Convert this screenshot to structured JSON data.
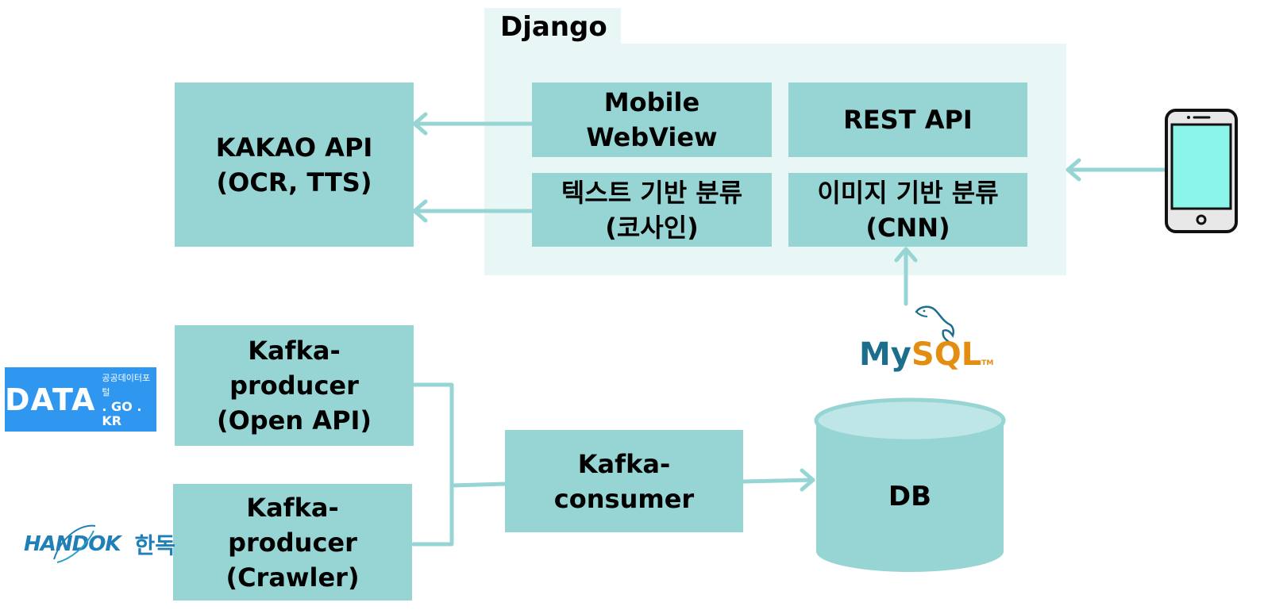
{
  "django": {
    "label": "Django"
  },
  "boxes": {
    "kakao": "KAKAO API\n(OCR, TTS)",
    "mobile_webview": "Mobile\nWebView",
    "rest_api": "REST API",
    "text_classify": "텍스트 기반 분류\n(코사인)",
    "image_classify": "이미지 기반 분류\n(CNN)",
    "producer_openapi": "Kafka-\nproducer\n(Open API)",
    "producer_crawler": "Kafka-\nproducer\n(Crawler)",
    "consumer": "Kafka-\nconsumer",
    "db": "DB"
  },
  "logos": {
    "data_go_kr": {
      "main": "DATA",
      "korean": "공공데이터포털",
      "domain": ". GO . KR"
    },
    "handok": {
      "english": "HANDOK",
      "korean": "한독"
    },
    "mysql": {
      "my": "My",
      "sql": "SQL",
      "tm": "TM"
    }
  },
  "icons": {
    "phone": "smartphone-icon",
    "dolphin": "dolphin-icon"
  },
  "colors": {
    "box_fill": "#97d5d5",
    "panel_fill": "#e9f6f6",
    "arrow": "#97d5d5",
    "db_top": "#bfe6e6",
    "phone_screen": "#8cf5ea",
    "data_blue": "#2f97f0",
    "mysql_blue": "#1c6f8c",
    "mysql_orange": "#e38d11"
  }
}
